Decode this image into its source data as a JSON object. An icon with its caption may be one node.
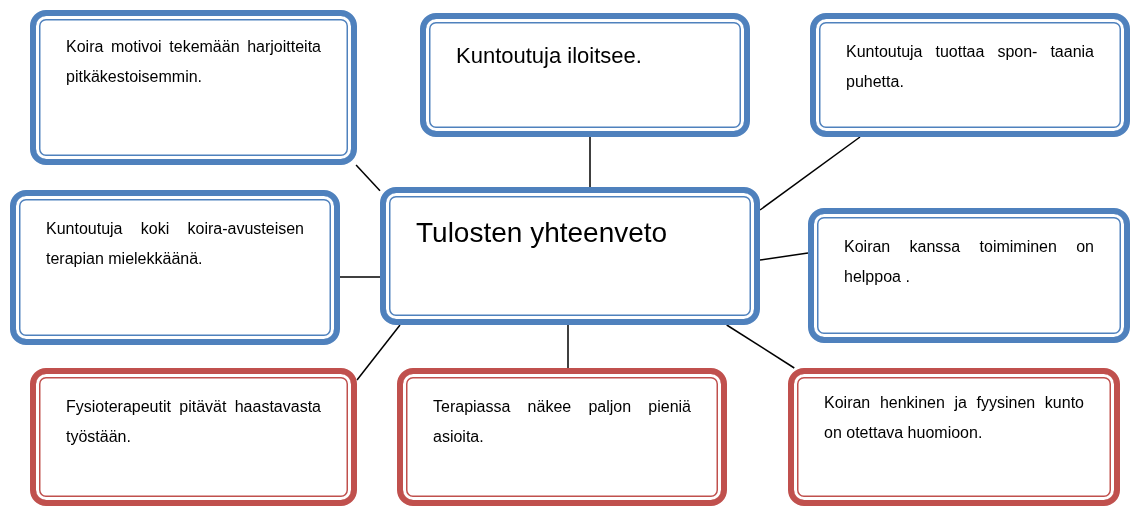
{
  "diagram": {
    "nodes": [
      {
        "text": [
          "Tulosten yhteenveto"
        ]
      },
      {
        "text": [
          "Koira motivoi tekemään harjoitteita pitkäkestoisemmin."
        ]
      },
      {
        "text": [
          "Kuntoutuja iloitsee."
        ]
      },
      {
        "text": [
          "Kuntoutuja tuottaa spon- taania puhetta."
        ]
      },
      {
        "text": [
          "Kuntoutuja koki koira-avusteisen terapian mielekkäänä."
        ]
      },
      {
        "text": [
          "Koiran kanssa toimiminen on helppoa ."
        ]
      },
      {
        "text": [
          "Fysioterapeutit pitävät haastavasta työstään."
        ]
      },
      {
        "text": [
          "Terapiassa näkee paljon pieniä asioita."
        ]
      },
      {
        "text": [
          "Koiran henkinen ja fyysinen kunto on otettava huomioon."
        ]
      }
    ],
    "edges": [
      {
        "from": 0,
        "to": 1,
        "arrow": "none"
      },
      {
        "from": 0,
        "to": 2,
        "arrow": "none"
      },
      {
        "from": 0,
        "to": 3,
        "arrow": "none"
      },
      {
        "from": 0,
        "to": 4,
        "arrow": "none"
      },
      {
        "from": 0,
        "to": 5,
        "arrow": "none"
      },
      {
        "from": 0,
        "to": 6,
        "arrow": "none"
      },
      {
        "from": 0,
        "to": 7,
        "arrow": "none"
      },
      {
        "from": 0,
        "to": 8,
        "arrow": "none"
      }
    ]
  }
}
